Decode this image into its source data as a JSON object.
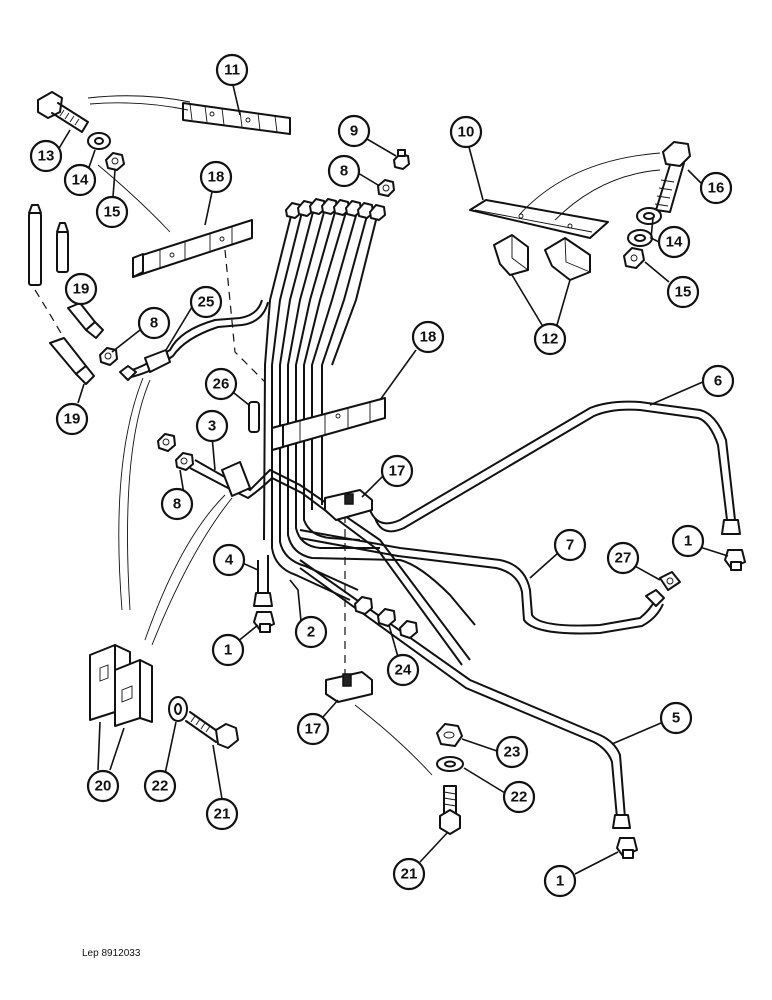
{
  "drawing_ref": "Lep 8912033",
  "callouts": {
    "c11": "11",
    "c13": "13",
    "c14a": "14",
    "c15a": "15",
    "c18a": "18",
    "c9": "9",
    "c8a": "8",
    "c10": "10",
    "c16": "16",
    "c14b": "14",
    "c15b": "15",
    "c12": "12",
    "c19a": "19",
    "c8b": "8",
    "c25": "25",
    "c19b": "19",
    "c18b": "18",
    "c26": "26",
    "c3": "3",
    "c8c": "8",
    "c6": "6",
    "c17a": "17",
    "c4": "4",
    "c1a": "1",
    "c2": "2",
    "c7": "7",
    "c27": "27",
    "c1b": "1",
    "c24": "24",
    "c17b": "17",
    "c20": "20",
    "c22a": "22",
    "c21a": "21",
    "c23": "23",
    "c22b": "22",
    "c5": "5",
    "c21b": "21",
    "c1c": "1"
  }
}
